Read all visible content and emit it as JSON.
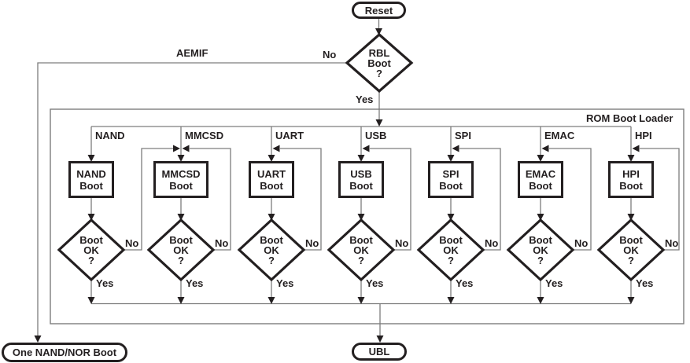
{
  "colors": {
    "line": "#7d7d7d",
    "shape": "#231f20",
    "text": "#231f20",
    "background": "#ffffff"
  },
  "start_terminal": {
    "label": "Reset"
  },
  "rbl": {
    "text": [
      "RBL",
      "Boot",
      "?"
    ],
    "no": "No",
    "yes": "Yes",
    "aemif": "AEMIF"
  },
  "rom_box": {
    "title": "ROM Boot Loader"
  },
  "branches": [
    {
      "id": "nand",
      "label": "NAND",
      "box": [
        "NAND",
        "Boot"
      ],
      "decision": [
        "Boot",
        "OK",
        "?"
      ],
      "no": "No",
      "yes": "Yes"
    },
    {
      "id": "mmcsd",
      "label": "MMCSD",
      "box": [
        "MMCSD",
        "Boot"
      ],
      "decision": [
        "Boot",
        "OK",
        "?"
      ],
      "no": "No",
      "yes": "Yes"
    },
    {
      "id": "uart",
      "label": "UART",
      "box": [
        "UART",
        "Boot"
      ],
      "decision": [
        "Boot",
        "OK",
        "?"
      ],
      "no": "No",
      "yes": "Yes"
    },
    {
      "id": "usb",
      "label": "USB",
      "box": [
        "USB",
        "Boot"
      ],
      "decision": [
        "Boot",
        "OK",
        "?"
      ],
      "no": "No",
      "yes": "Yes"
    },
    {
      "id": "spi",
      "label": "SPI",
      "box": [
        "SPI",
        "Boot"
      ],
      "decision": [
        "Boot",
        "OK",
        "?"
      ],
      "no": "No",
      "yes": "Yes"
    },
    {
      "id": "emac",
      "label": "EMAC",
      "box": [
        "EMAC",
        "Boot"
      ],
      "decision": [
        "Boot",
        "OK",
        "?"
      ],
      "no": "No",
      "yes": "Yes"
    },
    {
      "id": "hpi",
      "label": "HPI",
      "box": [
        "HPI",
        "Boot"
      ],
      "decision": [
        "Boot",
        "OK",
        "?"
      ],
      "no": "No",
      "yes": "Yes"
    }
  ],
  "end_terminals": {
    "left": "One NAND/NOR Boot",
    "center": "UBL"
  }
}
